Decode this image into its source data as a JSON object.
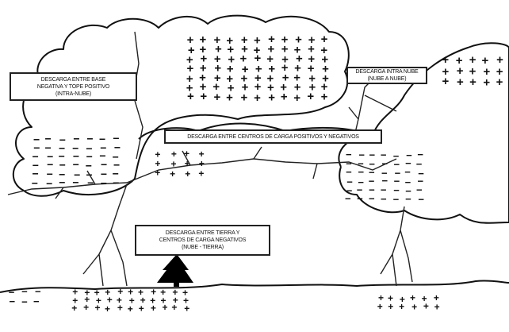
{
  "labels": {
    "intra_cloud": [
      "DESCARGA ENTRE BASE",
      "NEGATIVA Y TOPE POSITIVO",
      "(INTRA-NUBE)"
    ],
    "cloud_to_cloud": [
      "DESCARGA INTRA NUBE",
      "(NUBE A NUBE)"
    ],
    "charge_centers": [
      "DESCARGA ENTRE CENTROS DE CARGA POSITIVOS Y NEGATIVOS"
    ],
    "cloud_to_ground": [
      "DESCARGA ENTRE TIERRA Y",
      "CENTROS DE CARGA NEGATIVOS",
      "(NUBE - TIERRA)"
    ]
  },
  "symbols": {
    "positive": "+",
    "negative": "−"
  }
}
